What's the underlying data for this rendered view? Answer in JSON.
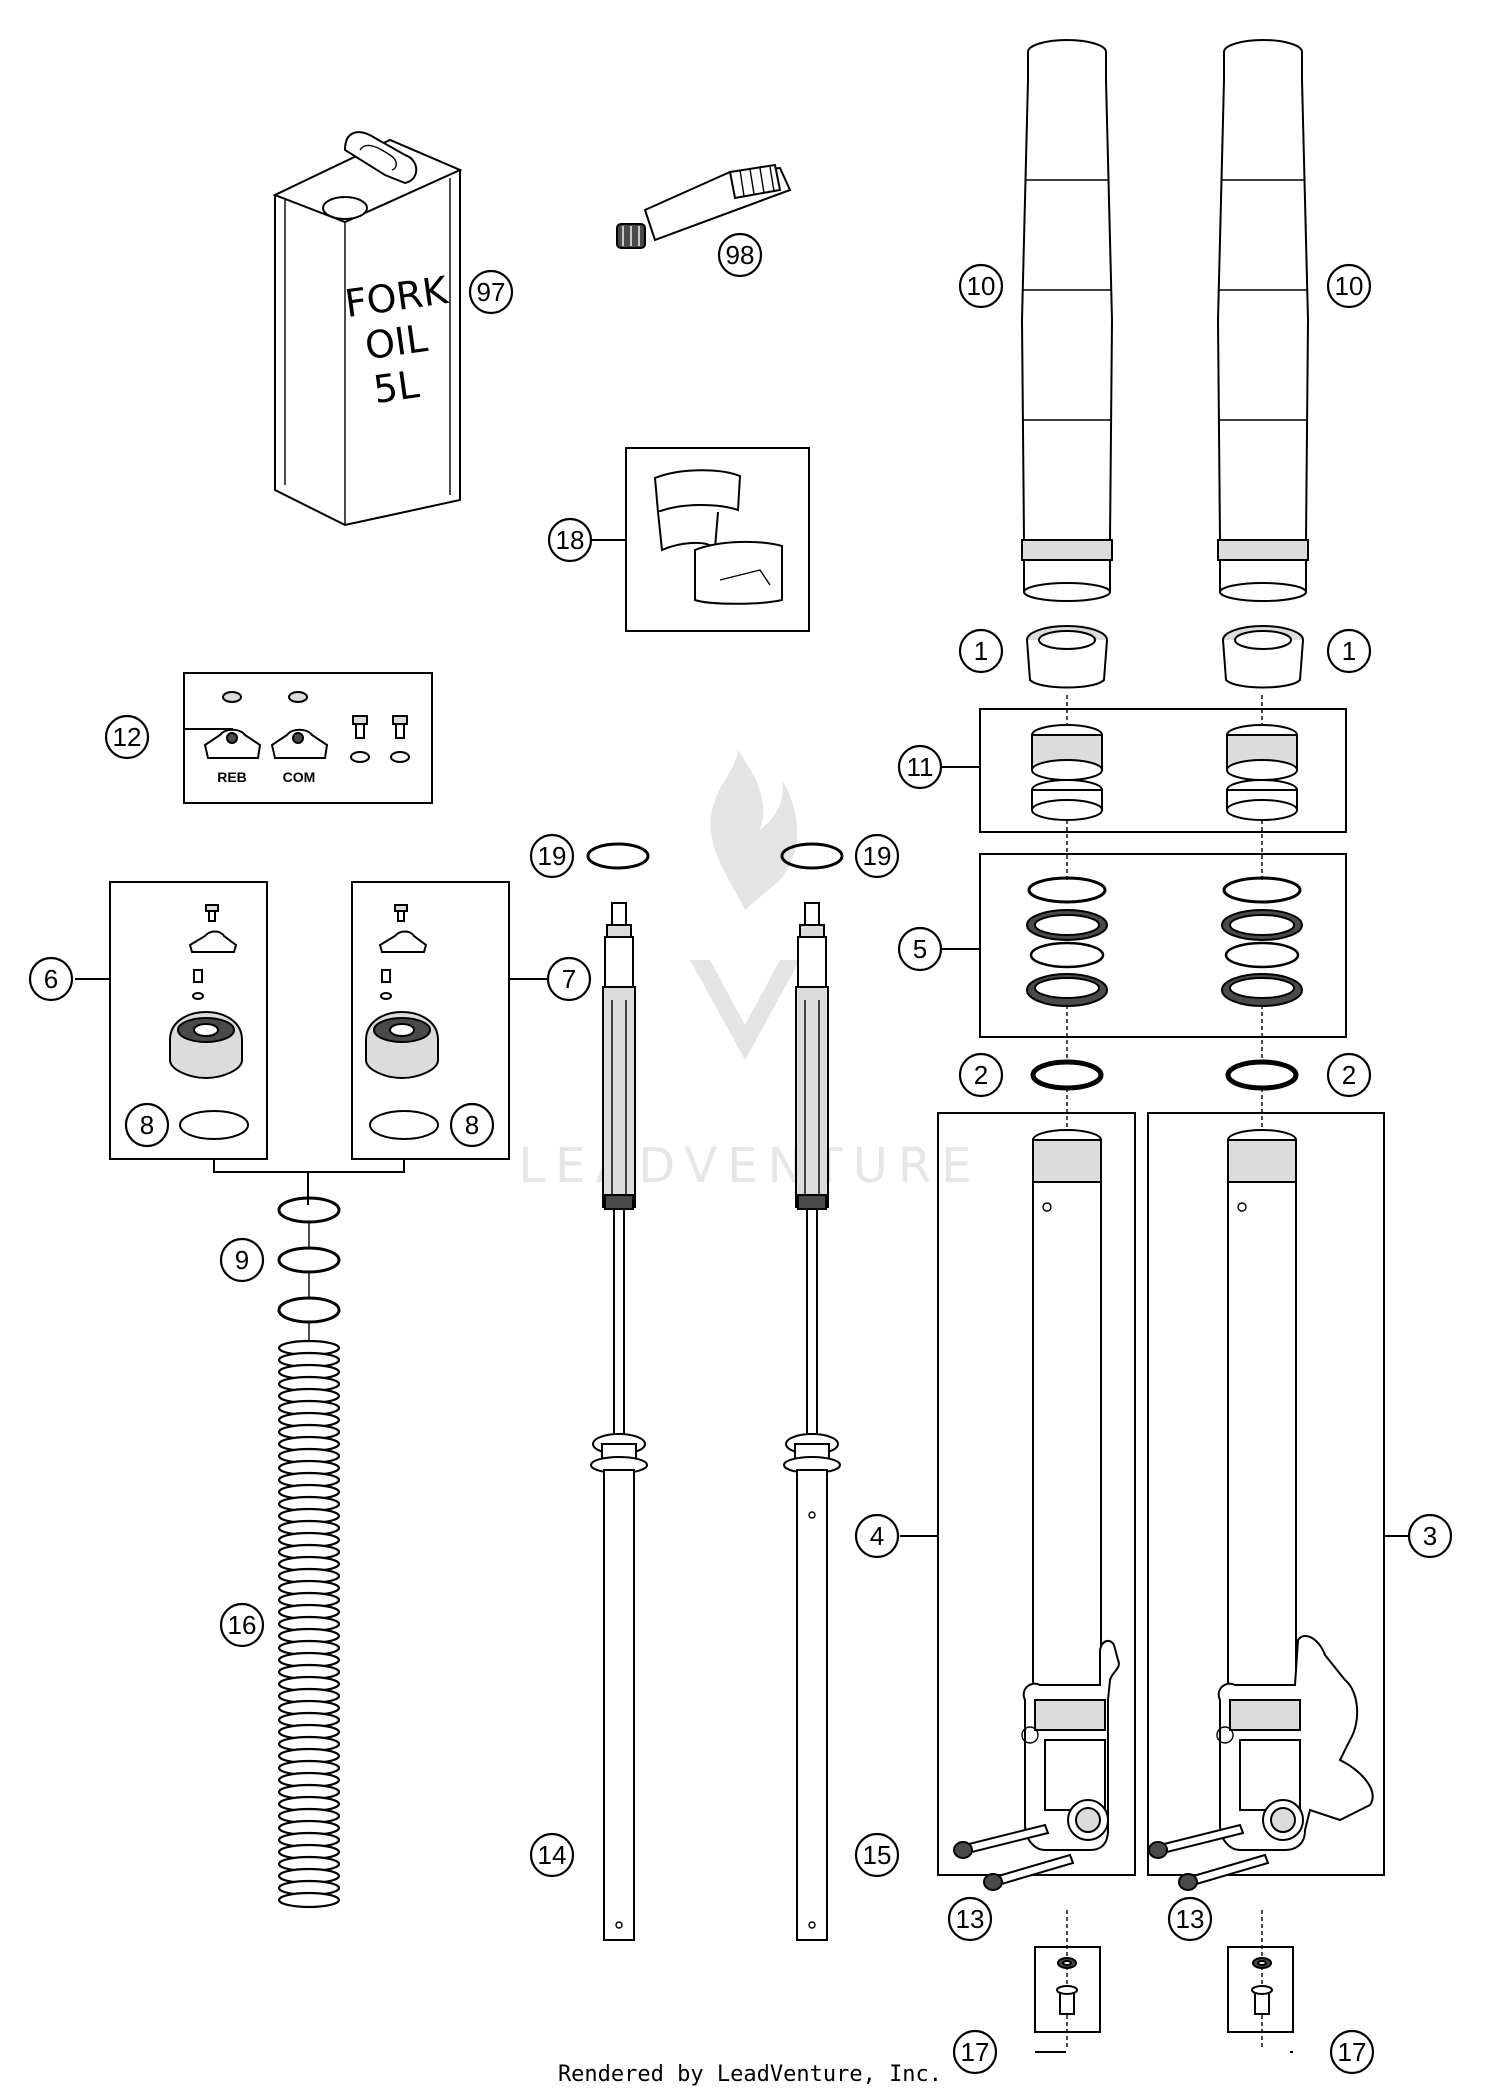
{
  "watermark": {
    "brand": "LEADVENTURE"
  },
  "footer": {
    "credit": "Rendered by LeadVenture, Inc."
  },
  "can": {
    "line1": "FORK",
    "line2": "OIL",
    "line3": "5L"
  },
  "kit_12": {
    "label_reb": "REB",
    "label_com": "COM"
  },
  "callouts": {
    "c97": "97",
    "c98": "98",
    "c10a": "10",
    "c10b": "10",
    "c18": "18",
    "c1a": "1",
    "c1b": "1",
    "c11": "11",
    "c12": "12",
    "c19a": "19",
    "c19b": "19",
    "c5": "5",
    "c6": "6",
    "c7": "7",
    "c2a": "2",
    "c2b": "2",
    "c8a": "8",
    "c8b": "8",
    "c9": "9",
    "c4": "4",
    "c3": "3",
    "c16": "16",
    "c14": "14",
    "c15": "15",
    "c13a": "13",
    "c13b": "13",
    "c17a": "17",
    "c17b": "17"
  }
}
